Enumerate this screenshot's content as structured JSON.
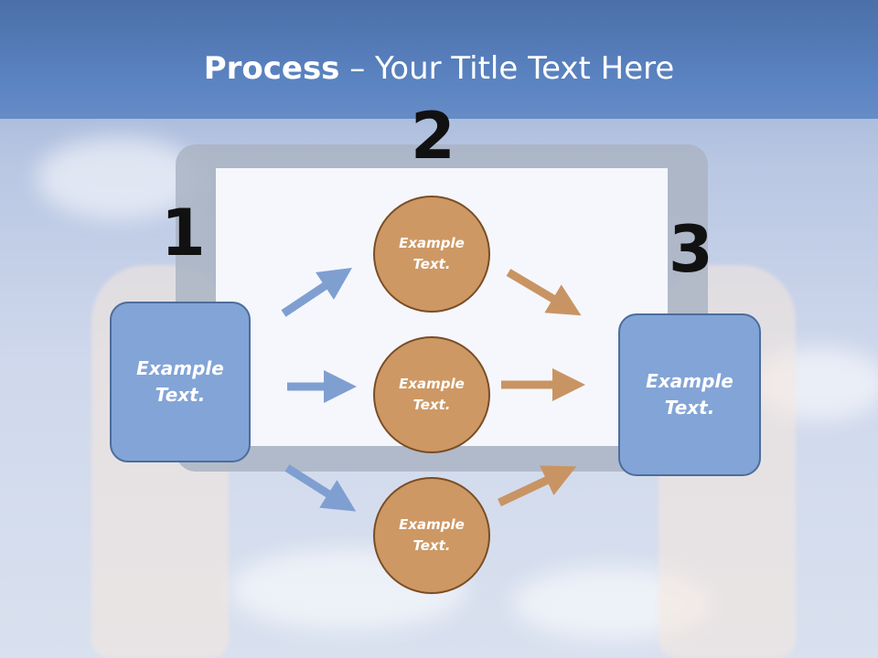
{
  "title": {
    "bold": "Process",
    "rest": " – Your Title Text Here"
  },
  "steps": {
    "one": "1",
    "two": "2",
    "three": "3"
  },
  "left_box": {
    "text": "Example Text."
  },
  "right_box": {
    "text": "Example Text."
  },
  "circles": [
    {
      "text": "Example Text."
    },
    {
      "text": "Example Text."
    },
    {
      "text": "Example Text."
    }
  ],
  "colors": {
    "blue_box": "#83a4d6",
    "blue_arrow": "#7f9fd1",
    "orange_circle": "#cd9864",
    "orange_arrow": "#c99463"
  }
}
